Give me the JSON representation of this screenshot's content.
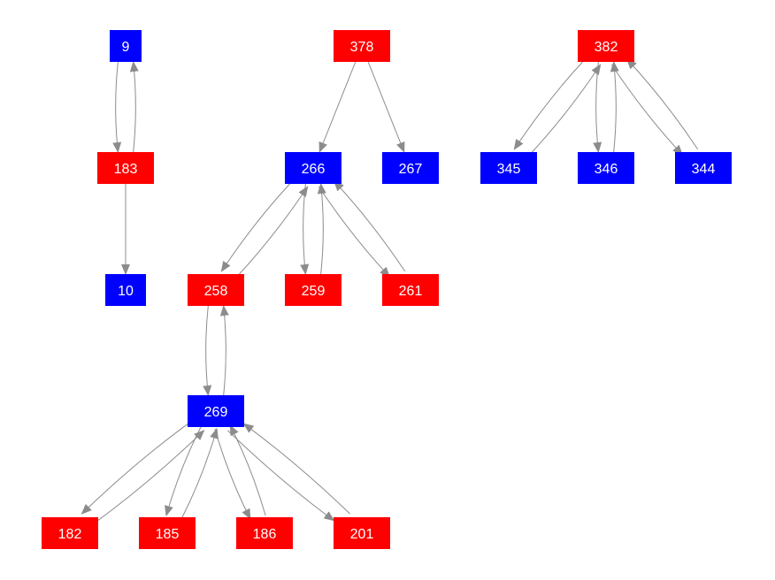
{
  "colors": {
    "red": "#ff0000",
    "blue": "#0000ff",
    "edge": "#8c8c8c",
    "label": "#ffffff"
  },
  "nodes": [
    {
      "id": "n9",
      "label": "9",
      "color": "blue"
    },
    {
      "id": "n183",
      "label": "183",
      "color": "red"
    },
    {
      "id": "n10",
      "label": "10",
      "color": "blue"
    },
    {
      "id": "n378",
      "label": "378",
      "color": "red"
    },
    {
      "id": "n266",
      "label": "266",
      "color": "blue"
    },
    {
      "id": "n267",
      "label": "267",
      "color": "blue"
    },
    {
      "id": "n258",
      "label": "258",
      "color": "red"
    },
    {
      "id": "n259",
      "label": "259",
      "color": "red"
    },
    {
      "id": "n261",
      "label": "261",
      "color": "red"
    },
    {
      "id": "n269",
      "label": "269",
      "color": "blue"
    },
    {
      "id": "n182",
      "label": "182",
      "color": "red"
    },
    {
      "id": "n185",
      "label": "185",
      "color": "red"
    },
    {
      "id": "n186",
      "label": "186",
      "color": "red"
    },
    {
      "id": "n201",
      "label": "201",
      "color": "red"
    },
    {
      "id": "n382",
      "label": "382",
      "color": "red"
    },
    {
      "id": "n345",
      "label": "345",
      "color": "blue"
    },
    {
      "id": "n346",
      "label": "346",
      "color": "blue"
    },
    {
      "id": "n344",
      "label": "344",
      "color": "blue"
    }
  ],
  "edges": [
    {
      "from": "n9",
      "to": "n183"
    },
    {
      "from": "n183",
      "to": "n9"
    },
    {
      "from": "n183",
      "to": "n10"
    },
    {
      "from": "n378",
      "to": "n266"
    },
    {
      "from": "n378",
      "to": "n267"
    },
    {
      "from": "n266",
      "to": "n258"
    },
    {
      "from": "n258",
      "to": "n266"
    },
    {
      "from": "n266",
      "to": "n259"
    },
    {
      "from": "n259",
      "to": "n266"
    },
    {
      "from": "n266",
      "to": "n261"
    },
    {
      "from": "n261",
      "to": "n266"
    },
    {
      "from": "n258",
      "to": "n269"
    },
    {
      "from": "n269",
      "to": "n258"
    },
    {
      "from": "n269",
      "to": "n182"
    },
    {
      "from": "n182",
      "to": "n269"
    },
    {
      "from": "n269",
      "to": "n185"
    },
    {
      "from": "n185",
      "to": "n269"
    },
    {
      "from": "n269",
      "to": "n186"
    },
    {
      "from": "n186",
      "to": "n269"
    },
    {
      "from": "n269",
      "to": "n201"
    },
    {
      "from": "n201",
      "to": "n269"
    },
    {
      "from": "n382",
      "to": "n345"
    },
    {
      "from": "n345",
      "to": "n382"
    },
    {
      "from": "n382",
      "to": "n346"
    },
    {
      "from": "n346",
      "to": "n382"
    },
    {
      "from": "n382",
      "to": "n344"
    },
    {
      "from": "n344",
      "to": "n382"
    }
  ]
}
